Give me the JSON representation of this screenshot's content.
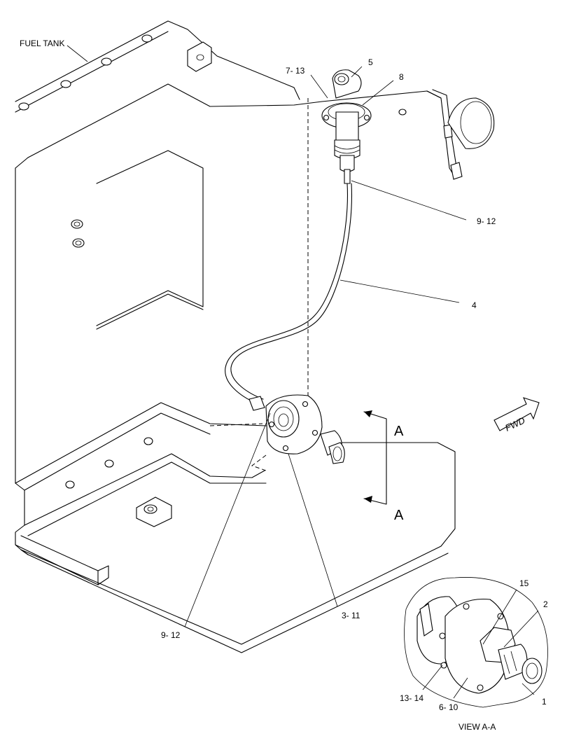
{
  "labels": {
    "fuel_tank": "FUEL TANK",
    "callout_7_13": "7- 13",
    "callout_5": "5",
    "callout_8": "8",
    "callout_9_12_top": "9- 12",
    "callout_4": "4",
    "section_a_top": "A",
    "section_a_bottom": "A",
    "fwd": "FWD",
    "callout_3_11": "3- 11",
    "callout_9_12_bottom": "9- 12",
    "callout_15": "15",
    "callout_2": "2",
    "callout_13_14": "13- 14",
    "callout_6_10": "6- 10",
    "callout_1": "1",
    "view_caption": "VIEW A-A"
  }
}
